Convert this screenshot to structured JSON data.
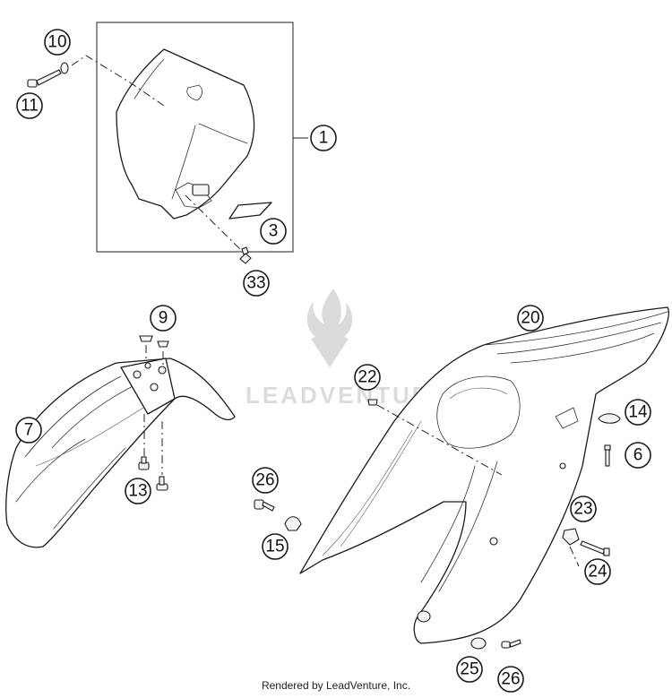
{
  "watermark": {
    "text": "LEADVENTURE",
    "logo_icon": "flame-v-logo-icon"
  },
  "footer": {
    "text": "Rendered by LeadVenture, Inc."
  },
  "callouts": {
    "c1": "1",
    "c3": "3",
    "c6": "6",
    "c7": "7",
    "c9": "9",
    "c10": "10",
    "c11": "11",
    "c13": "13",
    "c14": "14",
    "c15": "15",
    "c20": "20",
    "c22": "22",
    "c23": "23",
    "c24": "24",
    "c25": "25",
    "c26a": "26",
    "c26b": "26",
    "c33": "33"
  },
  "parts": {
    "number_plate": "number-plate-icon",
    "front_fender": "front-fender-icon",
    "rear_fender": "rear-fender-icon",
    "screw": "screw-icon",
    "washer": "washer-icon",
    "grommet": "grommet-icon",
    "decal": "decal-icon"
  }
}
